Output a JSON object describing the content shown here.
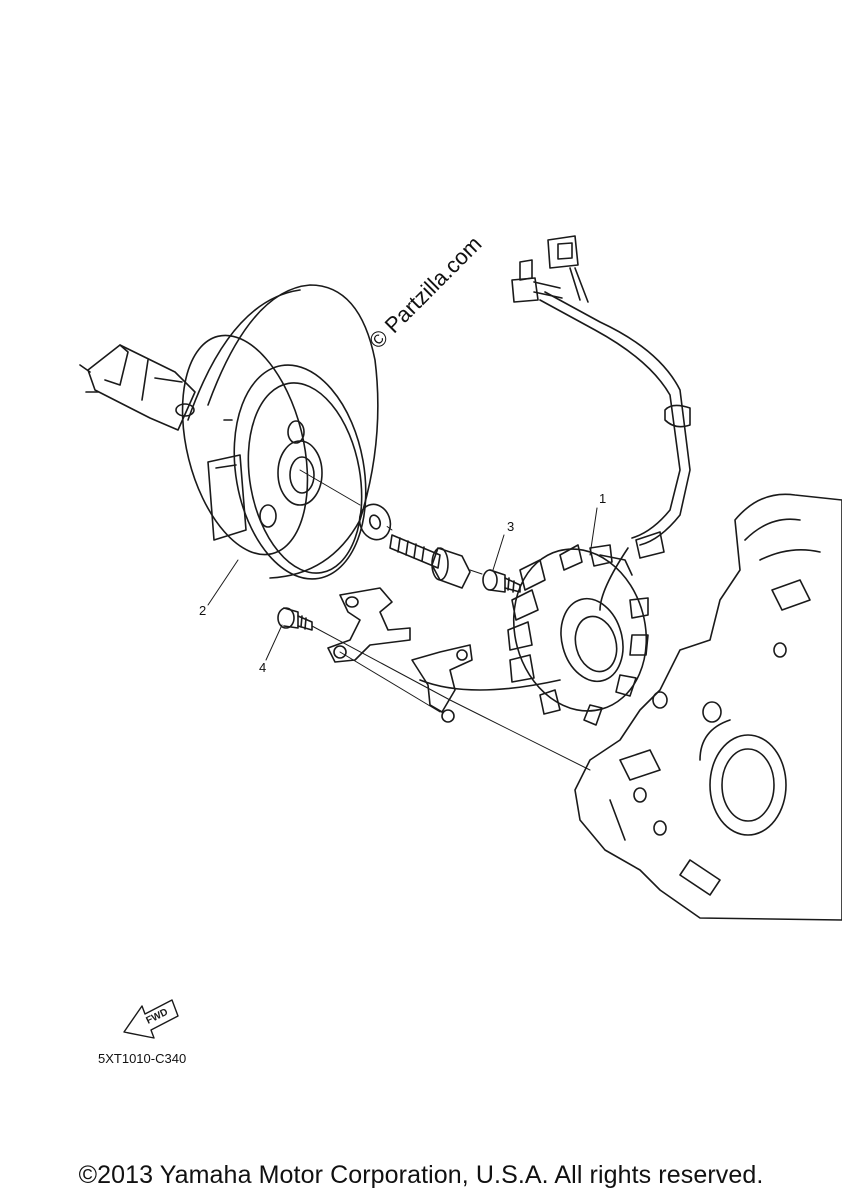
{
  "watermark": "© Partzilla.com",
  "callouts": {
    "part_1": "1",
    "part_2": "2",
    "part_3": "3",
    "part_4": "4"
  },
  "fwd_label": "FWD",
  "diagram_code": "5XT1010-C340",
  "copyright": "©2013 Yamaha Motor Corporation, U.S.A. All rights reserved.",
  "colors": {
    "line": "#1a1a1a",
    "background": "#ffffff"
  }
}
